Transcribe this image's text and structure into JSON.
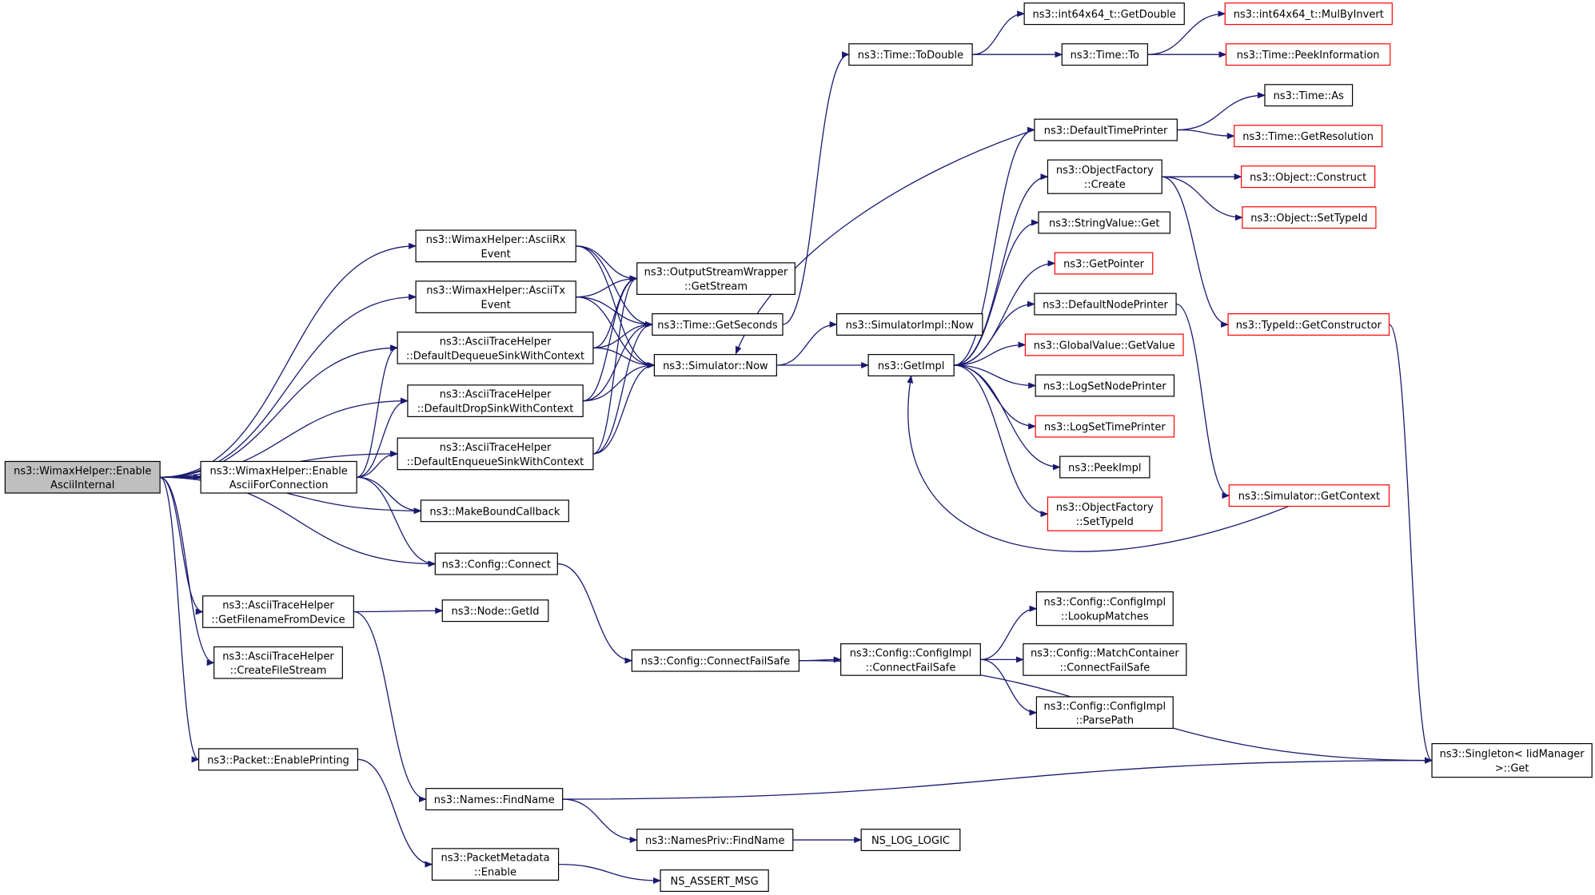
{
  "colors": {
    "edge": "#191970",
    "node_border": "#000000",
    "partial_node_border": "#ff0000",
    "root_fill": "#bfbfbf",
    "background": "#ffffff"
  },
  "nodes": [
    {
      "id": "enable_ascii_internal",
      "lines": [
        "ns3::WimaxHelper::Enable",
        "AsciiInternal"
      ],
      "style": "root"
    },
    {
      "id": "ascii_rx_event",
      "lines": [
        "ns3::WimaxHelper::AsciiRx",
        "Event"
      ],
      "style": "normal"
    },
    {
      "id": "ascii_tx_event",
      "lines": [
        "ns3::WimaxHelper::AsciiTx",
        "Event"
      ],
      "style": "normal"
    },
    {
      "id": "default_dequeue_sink",
      "lines": [
        "ns3::AsciiTraceHelper",
        "::DefaultDequeueSinkWithContext"
      ],
      "style": "normal"
    },
    {
      "id": "default_drop_sink",
      "lines": [
        "ns3::AsciiTraceHelper",
        "::DefaultDropSinkWithContext"
      ],
      "style": "normal"
    },
    {
      "id": "default_enqueue_sink",
      "lines": [
        "ns3::AsciiTraceHelper",
        "::DefaultEnqueueSinkWithContext"
      ],
      "style": "normal"
    },
    {
      "id": "enable_ascii_for_connection",
      "lines": [
        "ns3::WimaxHelper::Enable",
        "AsciiForConnection"
      ],
      "style": "normal"
    },
    {
      "id": "make_bound_callback",
      "lines": [
        "ns3::MakeBoundCallback"
      ],
      "style": "normal"
    },
    {
      "id": "config_connect",
      "lines": [
        "ns3::Config::Connect"
      ],
      "style": "normal"
    },
    {
      "id": "get_filename_from_device",
      "lines": [
        "ns3::AsciiTraceHelper",
        "::GetFilenameFromDevice"
      ],
      "style": "normal"
    },
    {
      "id": "create_file_stream",
      "lines": [
        "ns3::AsciiTraceHelper",
        "::CreateFileStream"
      ],
      "style": "normal"
    },
    {
      "id": "packet_enable_printing",
      "lines": [
        "ns3::Packet::EnablePrinting"
      ],
      "style": "normal"
    },
    {
      "id": "get_stream",
      "lines": [
        "ns3::OutputStreamWrapper",
        "::GetStream"
      ],
      "style": "normal"
    },
    {
      "id": "time_get_seconds",
      "lines": [
        "ns3::Time::GetSeconds"
      ],
      "style": "normal"
    },
    {
      "id": "simulator_now",
      "lines": [
        "ns3::Simulator::Now"
      ],
      "style": "normal"
    },
    {
      "id": "node_get_id",
      "lines": [
        "ns3::Node::GetId"
      ],
      "style": "normal"
    },
    {
      "id": "config_connect_fail_safe",
      "lines": [
        "ns3::Config::ConnectFailSafe"
      ],
      "style": "normal"
    },
    {
      "id": "names_find_name",
      "lines": [
        "ns3::Names::FindName"
      ],
      "style": "normal"
    },
    {
      "id": "packet_metadata_enable",
      "lines": [
        "ns3::PacketMetadata",
        "::Enable"
      ],
      "style": "normal"
    },
    {
      "id": "time_to_double",
      "lines": [
        "ns3::Time::ToDouble"
      ],
      "style": "normal"
    },
    {
      "id": "simulator_impl_now",
      "lines": [
        "ns3::SimulatorImpl::Now"
      ],
      "style": "normal"
    },
    {
      "id": "get_impl",
      "lines": [
        "ns3::GetImpl"
      ],
      "style": "normal"
    },
    {
      "id": "config_impl_connect_fail_safe",
      "lines": [
        "ns3::Config::ConfigImpl",
        "::ConnectFailSafe"
      ],
      "style": "normal"
    },
    {
      "id": "names_priv_find_name",
      "lines": [
        "ns3::NamesPriv::FindName"
      ],
      "style": "normal"
    },
    {
      "id": "ns_log_logic",
      "lines": [
        "NS_LOG_LOGIC"
      ],
      "style": "normal"
    },
    {
      "id": "ns_assert_msg",
      "lines": [
        "NS_ASSERT_MSG"
      ],
      "style": "normal"
    },
    {
      "id": "int64_get_double",
      "lines": [
        "ns3::int64x64_t::GetDouble"
      ],
      "style": "normal"
    },
    {
      "id": "time_to",
      "lines": [
        "ns3::Time::To"
      ],
      "style": "normal"
    },
    {
      "id": "default_time_printer",
      "lines": [
        "ns3::DefaultTimePrinter"
      ],
      "style": "normal"
    },
    {
      "id": "object_factory_create",
      "lines": [
        "ns3::ObjectFactory",
        "::Create"
      ],
      "style": "normal"
    },
    {
      "id": "string_value_get",
      "lines": [
        "ns3::StringValue::Get"
      ],
      "style": "normal"
    },
    {
      "id": "get_pointer",
      "lines": [
        "ns3::GetPointer"
      ],
      "style": "partial"
    },
    {
      "id": "default_node_printer",
      "lines": [
        "ns3::DefaultNodePrinter"
      ],
      "style": "normal"
    },
    {
      "id": "global_value_get_value",
      "lines": [
        "ns3::GlobalValue::GetValue"
      ],
      "style": "partial"
    },
    {
      "id": "log_set_node_printer",
      "lines": [
        "ns3::LogSetNodePrinter"
      ],
      "style": "normal"
    },
    {
      "id": "log_set_time_printer",
      "lines": [
        "ns3::LogSetTimePrinter"
      ],
      "style": "partial"
    },
    {
      "id": "peek_impl",
      "lines": [
        "ns3::PeekImpl"
      ],
      "style": "normal"
    },
    {
      "id": "object_factory_set_type_id",
      "lines": [
        "ns3::ObjectFactory",
        "::SetTypeId"
      ],
      "style": "partial"
    },
    {
      "id": "config_impl_lookup_matches",
      "lines": [
        "ns3::Config::ConfigImpl",
        "::LookupMatches"
      ],
      "style": "normal"
    },
    {
      "id": "match_container_connect_fail_safe",
      "lines": [
        "ns3::Config::MatchContainer",
        "::ConnectFailSafe"
      ],
      "style": "normal"
    },
    {
      "id": "config_impl_parse_path",
      "lines": [
        "ns3::Config::ConfigImpl",
        "::ParsePath"
      ],
      "style": "normal"
    },
    {
      "id": "int64_mul_by_invert",
      "lines": [
        "ns3::int64x64_t::MulByInvert"
      ],
      "style": "partial"
    },
    {
      "id": "time_peek_information",
      "lines": [
        "ns3::Time::PeekInformation"
      ],
      "style": "partial"
    },
    {
      "id": "time_as",
      "lines": [
        "ns3::Time::As"
      ],
      "style": "normal"
    },
    {
      "id": "time_get_resolution",
      "lines": [
        "ns3::Time::GetResolution"
      ],
      "style": "partial"
    },
    {
      "id": "object_construct",
      "lines": [
        "ns3::Object::Construct"
      ],
      "style": "partial"
    },
    {
      "id": "object_set_type_id",
      "lines": [
        "ns3::Object::SetTypeId"
      ],
      "style": "partial"
    },
    {
      "id": "type_id_get_constructor",
      "lines": [
        "ns3::TypeId::GetConstructor"
      ],
      "style": "partial"
    },
    {
      "id": "simulator_get_context",
      "lines": [
        "ns3::Simulator::GetContext"
      ],
      "style": "partial"
    },
    {
      "id": "singleton_iid_manager_get",
      "lines": [
        "ns3::Singleton< IidManager",
        ">::Get"
      ],
      "style": "normal"
    }
  ],
  "edges": [
    [
      "enable_ascii_internal",
      "ascii_rx_event"
    ],
    [
      "enable_ascii_internal",
      "ascii_tx_event"
    ],
    [
      "enable_ascii_internal",
      "default_dequeue_sink"
    ],
    [
      "enable_ascii_internal",
      "default_drop_sink"
    ],
    [
      "enable_ascii_internal",
      "default_enqueue_sink"
    ],
    [
      "enable_ascii_internal",
      "enable_ascii_for_connection"
    ],
    [
      "enable_ascii_internal",
      "make_bound_callback"
    ],
    [
      "enable_ascii_internal",
      "config_connect"
    ],
    [
      "enable_ascii_internal",
      "get_filename_from_device"
    ],
    [
      "enable_ascii_internal",
      "create_file_stream"
    ],
    [
      "enable_ascii_internal",
      "packet_enable_printing"
    ],
    [
      "ascii_rx_event",
      "get_stream"
    ],
    [
      "ascii_rx_event",
      "time_get_seconds"
    ],
    [
      "ascii_rx_event",
      "simulator_now"
    ],
    [
      "ascii_tx_event",
      "get_stream"
    ],
    [
      "ascii_tx_event",
      "time_get_seconds"
    ],
    [
      "ascii_tx_event",
      "simulator_now"
    ],
    [
      "default_dequeue_sink",
      "get_stream"
    ],
    [
      "default_dequeue_sink",
      "time_get_seconds"
    ],
    [
      "default_dequeue_sink",
      "simulator_now"
    ],
    [
      "default_drop_sink",
      "get_stream"
    ],
    [
      "default_drop_sink",
      "time_get_seconds"
    ],
    [
      "default_drop_sink",
      "simulator_now"
    ],
    [
      "default_enqueue_sink",
      "get_stream"
    ],
    [
      "default_enqueue_sink",
      "time_get_seconds"
    ],
    [
      "default_enqueue_sink",
      "simulator_now"
    ],
    [
      "enable_ascii_for_connection",
      "default_dequeue_sink"
    ],
    [
      "enable_ascii_for_connection",
      "default_drop_sink"
    ],
    [
      "enable_ascii_for_connection",
      "default_enqueue_sink"
    ],
    [
      "enable_ascii_for_connection",
      "make_bound_callback"
    ],
    [
      "enable_ascii_for_connection",
      "config_connect"
    ],
    [
      "get_filename_from_device",
      "node_get_id"
    ],
    [
      "get_filename_from_device",
      "names_find_name"
    ],
    [
      "packet_enable_printing",
      "packet_metadata_enable"
    ],
    [
      "config_connect",
      "config_connect_fail_safe"
    ],
    [
      "time_get_seconds",
      "time_to_double"
    ],
    [
      "simulator_now",
      "simulator_impl_now"
    ],
    [
      "simulator_now",
      "get_impl"
    ],
    [
      "config_connect_fail_safe",
      "config_impl_connect_fail_safe"
    ],
    [
      "config_connect_fail_safe",
      "singleton_iid_manager_get"
    ],
    [
      "names_find_name",
      "names_priv_find_name"
    ],
    [
      "names_find_name",
      "singleton_iid_manager_get"
    ],
    [
      "names_priv_find_name",
      "ns_log_logic"
    ],
    [
      "packet_metadata_enable",
      "ns_assert_msg"
    ],
    [
      "time_to_double",
      "int64_get_double"
    ],
    [
      "time_to_double",
      "time_to"
    ],
    [
      "time_to",
      "int64_mul_by_invert"
    ],
    [
      "time_to",
      "time_peek_information"
    ],
    [
      "default_time_printer",
      "simulator_now"
    ],
    [
      "default_time_printer",
      "time_as"
    ],
    [
      "default_time_printer",
      "time_get_resolution"
    ],
    [
      "get_impl",
      "default_time_printer"
    ],
    [
      "get_impl",
      "object_factory_create"
    ],
    [
      "get_impl",
      "string_value_get"
    ],
    [
      "get_impl",
      "get_pointer"
    ],
    [
      "get_impl",
      "default_node_printer"
    ],
    [
      "get_impl",
      "global_value_get_value"
    ],
    [
      "get_impl",
      "log_set_node_printer"
    ],
    [
      "get_impl",
      "log_set_time_printer"
    ],
    [
      "get_impl",
      "peek_impl"
    ],
    [
      "get_impl",
      "object_factory_set_type_id"
    ],
    [
      "object_factory_create",
      "object_construct"
    ],
    [
      "object_factory_create",
      "object_set_type_id"
    ],
    [
      "object_factory_create",
      "type_id_get_constructor"
    ],
    [
      "default_node_printer",
      "simulator_get_context"
    ],
    [
      "simulator_get_context",
      "get_impl"
    ],
    [
      "type_id_get_constructor",
      "singleton_iid_manager_get"
    ],
    [
      "config_impl_connect_fail_safe",
      "config_impl_lookup_matches"
    ],
    [
      "config_impl_connect_fail_safe",
      "match_container_connect_fail_safe"
    ],
    [
      "config_impl_connect_fail_safe",
      "config_impl_parse_path"
    ]
  ]
}
